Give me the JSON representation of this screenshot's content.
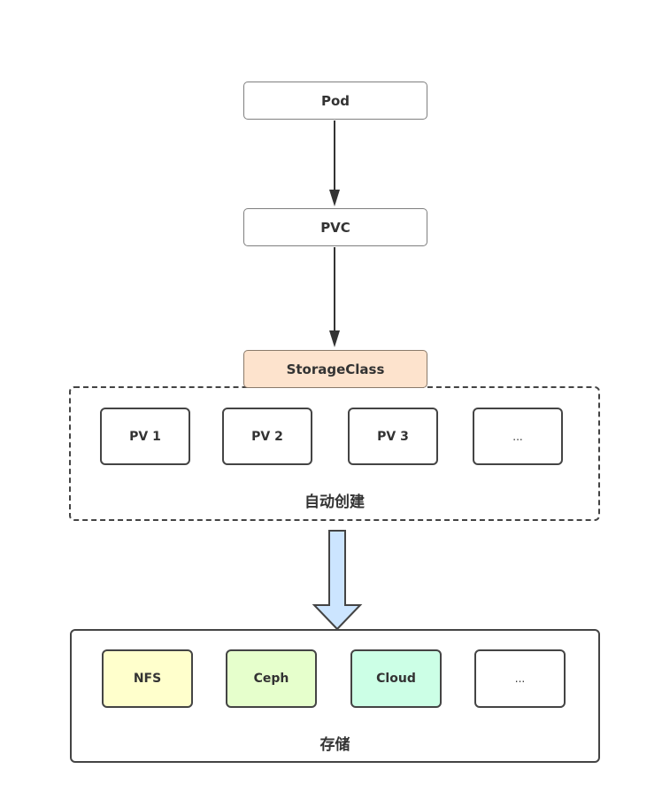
{
  "diagram": {
    "nodes": {
      "pod": "Pod",
      "pvc": "PVC",
      "storage_class": "StorageClass"
    },
    "auto_create_group": {
      "label": "自动创建",
      "items": [
        "PV 1",
        "PV 2",
        "PV 3",
        "..."
      ]
    },
    "storage_group": {
      "label": "存储",
      "items": [
        "NFS",
        "Ceph",
        "Cloud",
        "..."
      ]
    },
    "colors": {
      "storage_class_fill": "#fde3cd",
      "nfs_fill": "#ffffcc",
      "ceph_fill": "#e6ffcc",
      "cloud_fill": "#ccffe6",
      "big_arrow_fill": "#cce5ff",
      "stroke": "#444444"
    },
    "edges": [
      {
        "from": "Pod",
        "to": "PVC"
      },
      {
        "from": "PVC",
        "to": "StorageClass"
      },
      {
        "from": "自动创建",
        "to": "存储"
      }
    ]
  }
}
